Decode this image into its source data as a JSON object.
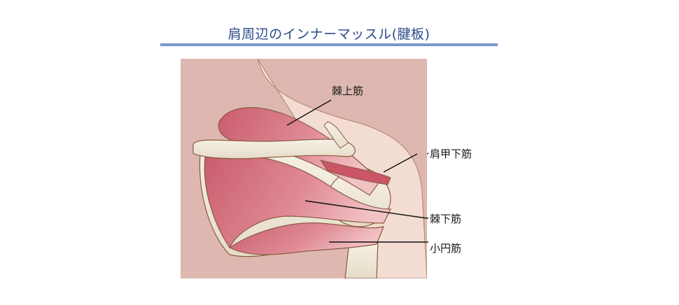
{
  "title": "肩周辺のインナーマッスル(腱板)",
  "colors": {
    "title": "#2a4a8a",
    "rule": "#7d97cc",
    "background_skin": "#deb8b0",
    "skin_light": "#f3ddd2",
    "muscle": "#d9707e",
    "muscle_light": "#eaa3ac",
    "bone": "#efe9dc",
    "outline": "#8a5a40"
  },
  "labels": [
    {
      "id": "supraspinatus",
      "text": "棘上筋"
    },
    {
      "id": "subscapularis",
      "text": "肩甲下筋"
    },
    {
      "id": "infraspinatus",
      "text": "棘下筋"
    },
    {
      "id": "teres-minor",
      "text": "小円筋"
    }
  ]
}
